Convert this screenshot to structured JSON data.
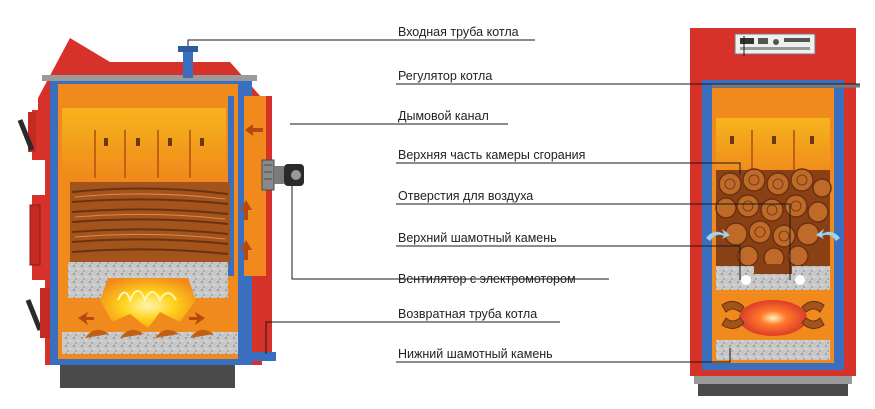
{
  "labels": [
    {
      "key": "inlet_pipe",
      "text": "Входная труба котла"
    },
    {
      "key": "regulator",
      "text": "Регулятор котла"
    },
    {
      "key": "smoke_channel",
      "text": "Дымовой канал"
    },
    {
      "key": "upper_chamber",
      "text": "Верхняя часть камеры сгорания"
    },
    {
      "key": "air_holes",
      "text": "Отверстия для воздуха"
    },
    {
      "key": "upper_stone",
      "text": "Верхний шамотный камень"
    },
    {
      "key": "fan_motor",
      "text": "Вентилятор с электромотором"
    },
    {
      "key": "return_pipe",
      "text": "Возвратная труба котла"
    },
    {
      "key": "lower_stone",
      "text": "Нижний шамотный камень"
    }
  ],
  "colors": {
    "casing_red": "#d7322a",
    "water_blue": "#3a6fbf",
    "chamber_orange": "#f08a1c",
    "chamber_yellow": "#f6b41d",
    "firebrick_grey": "#bdbdbd",
    "wood_brown": "#a3541c",
    "flame_yellow": "#ffd21a",
    "base_dark": "#4a4a4a"
  },
  "icons": [
    "boiler-cutaway-side",
    "boiler-cutaway-front",
    "fan-motor-icon",
    "control-panel-icon"
  ]
}
